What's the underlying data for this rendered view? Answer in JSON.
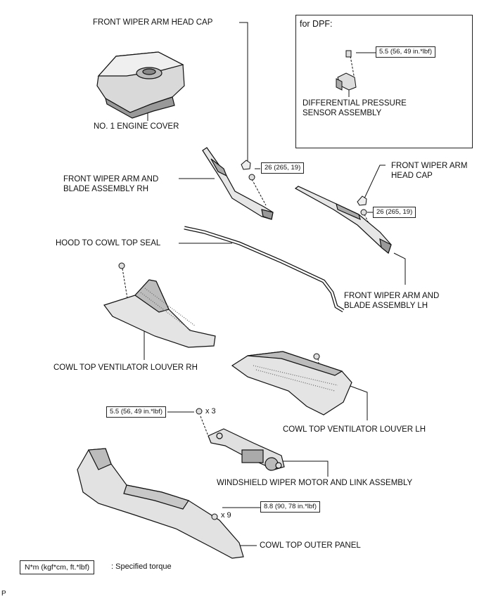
{
  "labels": {
    "head_cap_rh": "FRONT WIPER ARM HEAD CAP",
    "engine_cover": "NO. 1 ENGINE COVER",
    "arm_rh_1": "FRONT WIPER ARM AND",
    "arm_rh_2": "BLADE ASSEMBLY RH",
    "hood_seal": "HOOD TO COWL TOP SEAL",
    "head_cap_lh_1": "FRONT WIPER ARM",
    "head_cap_lh_2": "HEAD CAP",
    "arm_lh_1": "FRONT WIPER ARM AND",
    "arm_lh_2": "BLADE ASSEMBLY LH",
    "louver_rh": "COWL TOP VENTILATOR LOUVER RH",
    "louver_lh": "COWL TOP VENTILATOR LOUVER LH",
    "motor": "WINDSHIELD WIPER MOTOR AND LINK ASSEMBLY",
    "outer_panel": "COWL TOP OUTER PANEL",
    "dpf_title": "for DPF:",
    "dpf_sensor_1": "DIFFERENTIAL PRESSURE",
    "dpf_sensor_2": "SENSOR ASSEMBLY",
    "qty_3": "x 3",
    "qty_9": "x 9",
    "legend_desc": ": Specified torque",
    "corner_mark": "P"
  },
  "torques": {
    "dpf": "5.5 (56, 49 in.*lbf)",
    "arm_rh": "26 (265, 19)",
    "arm_lh": "26 (265, 19)",
    "motor": "5.5 (56, 49 in.*lbf)",
    "outer_panel": "8.8 (90, 78 in.*lbf)",
    "legend_unit": "N*m (kgf*cm, ft.*lbf)"
  }
}
